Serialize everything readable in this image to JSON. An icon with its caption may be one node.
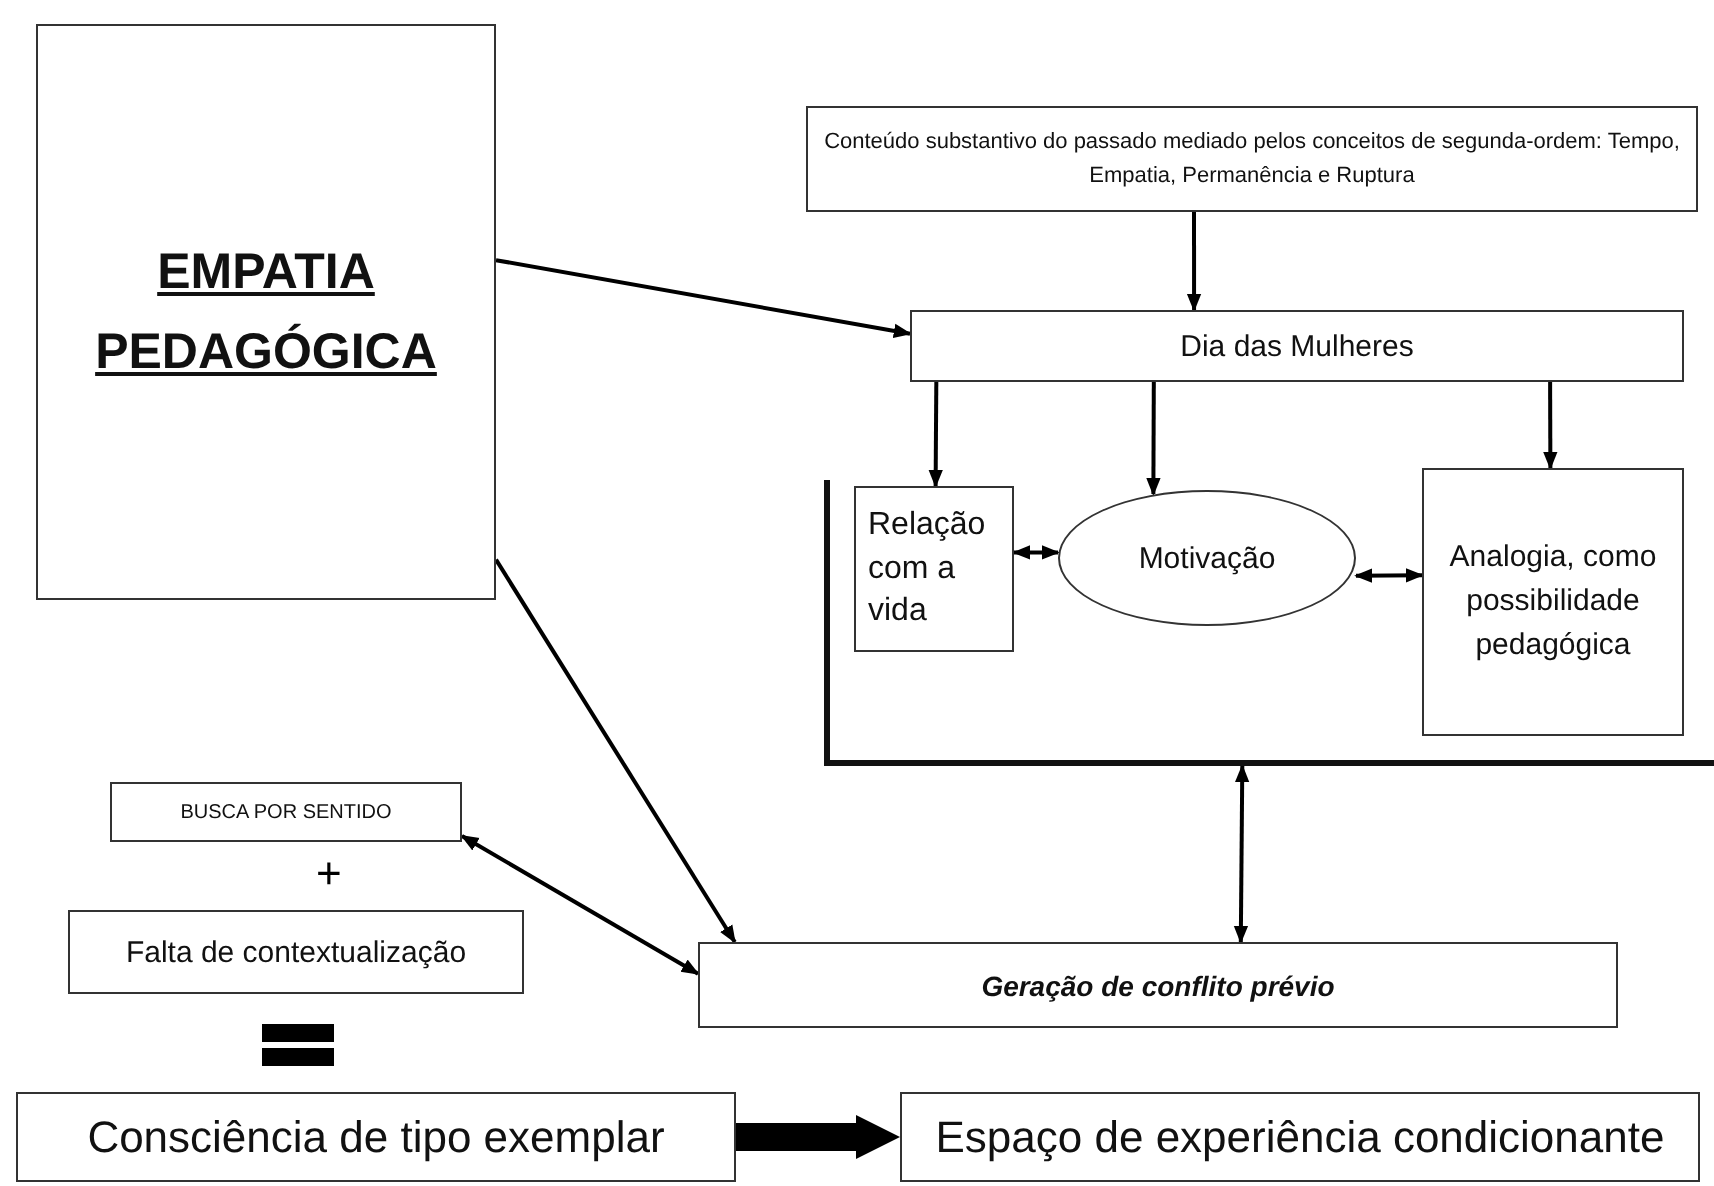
{
  "diagram": {
    "nodes": [
      {
        "text": [
          "EMPATIA PEDAGÓGICA"
        ]
      },
      {
        "text": [
          "Conteúdo substantivo do passado mediado pelos conceitos de segunda-ordem: Tempo, Empatia, Permanência e Ruptura"
        ]
      },
      {
        "text": [
          "Dia das Mulheres"
        ]
      },
      {
        "text": [],
        "shape": "bracket"
      },
      {
        "text": [
          "Relação com a vida"
        ],
        "in": 3
      },
      {
        "text": [
          "Motivação"
        ],
        "in": 3
      },
      {
        "text": [
          "Analogia, como possibilidade pedagógica"
        ],
        "in": 3
      },
      {
        "text": [
          "BUSCA POR SENTIDO"
        ]
      },
      {
        "text": [
          "Falta de contextualização"
        ]
      },
      {
        "text": [
          "Geração de conflito prévio"
        ]
      },
      {
        "text": [
          "Consciência de tipo exemplar"
        ]
      },
      {
        "text": [
          "Espaço de experiência condicionante"
        ]
      }
    ],
    "edges": [
      {
        "from": 0,
        "to": 2,
        "arrow": "to"
      },
      {
        "from": 1,
        "to": 2,
        "arrow": "to"
      },
      {
        "from": 2,
        "to": 4,
        "arrow": "to"
      },
      {
        "from": 2,
        "to": 5,
        "arrow": "to"
      },
      {
        "from": 2,
        "to": 6,
        "arrow": "to"
      },
      {
        "from": 4,
        "to": 5,
        "arrow": "both"
      },
      {
        "from": 5,
        "to": 6,
        "arrow": "both"
      },
      {
        "from": 0,
        "to": 9,
        "arrow": "to"
      },
      {
        "from": 9,
        "to": 7,
        "arrow": "both"
      },
      {
        "from": 9,
        "to": 3,
        "arrow": "both"
      },
      {
        "from": 10,
        "to": 11,
        "arrow": "to",
        "style": "thick"
      }
    ],
    "labels": [
      "+"
    ]
  }
}
